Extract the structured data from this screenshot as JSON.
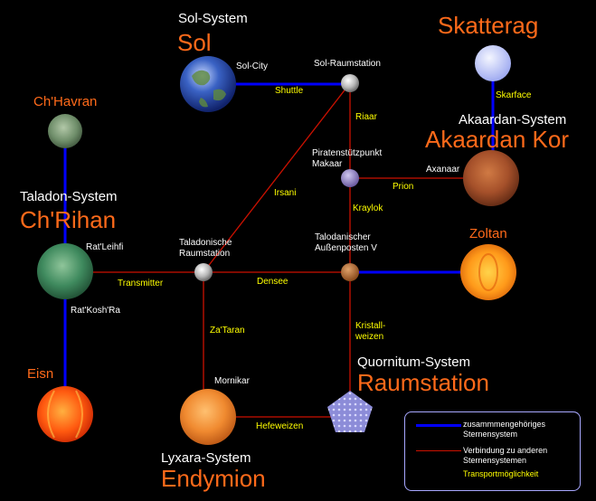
{
  "systems": {
    "sol": {
      "system": "Sol-System",
      "name": "Sol"
    },
    "skatterag": {
      "name": "Skatterag"
    },
    "akaardan": {
      "system": "Akaardan-System",
      "name": "Akaardan Kor"
    },
    "chhavran": {
      "name": "Ch'Havran"
    },
    "taladon": {
      "system": "Taladon-System",
      "name": "Ch'Rihan"
    },
    "zoltan": {
      "name": "Zoltan"
    },
    "eisn": {
      "name": "Eisn"
    },
    "quornitum": {
      "system": "Quornitum-System",
      "name": "Raumstation"
    },
    "lyxara": {
      "system": "Lyxara-System",
      "name": "Endymion"
    }
  },
  "nodes": {
    "sol_city": "Sol-City",
    "sol_raumstation": "Sol-Raumstation",
    "piraten": "Piratenstützpunkt\nMakaar",
    "axanaar": "Axanaar",
    "ratleihfi": "Rat'Leihfi",
    "ratkoshra": "Rat'Kosh'Ra",
    "taladonische": "Taladonische\nRaumstation",
    "talodanischer": "Talodanischer\nAußenposten V",
    "mornikar": "Mornikar"
  },
  "links": {
    "shuttle": "Shuttle",
    "skarface": "Skarface",
    "riaar": "Riaar",
    "irsani": "Irsani",
    "prion": "Prion",
    "kraylok": "Kraylok",
    "transmitter": "Transmitter",
    "densee": "Densee",
    "zataran": "Za'Taran",
    "kristallweizen": "Kristall-\nweizen",
    "hefeweizen": "Hefeweizen"
  },
  "legend": {
    "blue": "zusammmengehöriges\nSternensystem",
    "red": "Verbindung zu anderen\nSternensystemen",
    "yellow": "Transportmöglichkeit"
  },
  "colors": {
    "system_line": "#0000ff",
    "connection_line": "#cc1100",
    "transport_label": "#ffff00",
    "planet_name": "#ff6a1a"
  }
}
